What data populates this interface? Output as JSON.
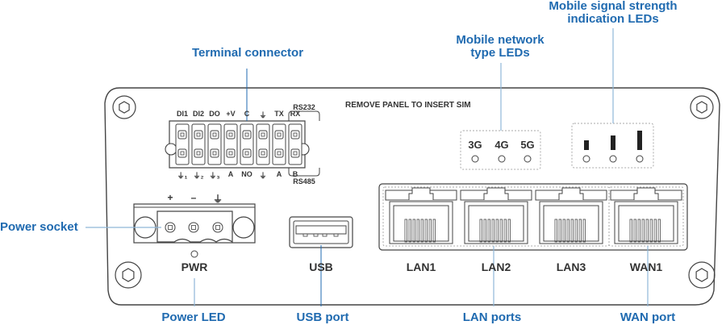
{
  "diagram": {
    "subject": "Router front panel",
    "callouts": {
      "terminal_connector": "Terminal connector",
      "mobile_network_type_leds_line1": "Mobile network",
      "mobile_network_type_leds_line2": "type LEDs",
      "mobile_signal_strength_leds_line1": "Mobile signal strength",
      "mobile_signal_strength_leds_line2": "indication LEDs",
      "power_socket": "Power socket",
      "power_led": "Power LED",
      "usb_port": "USB port",
      "lan_ports": "LAN ports",
      "wan_port": "WAN port"
    },
    "terminal": {
      "top_pins": [
        "DI1",
        "DI2",
        "DO",
        "+V",
        "C",
        "⏚",
        "TX",
        "RX"
      ],
      "bottom_pins": [
        "⏚₁",
        "⏚₂",
        "⏚₃",
        "A",
        "NO",
        "⏚",
        "A",
        "B"
      ],
      "rs232_label": "RS232",
      "rs485_label": "RS485"
    },
    "sim_notice": "REMOVE PANEL TO INSERT SIM",
    "network_type_leds": [
      "3G",
      "4G",
      "5G"
    ],
    "signal_strength_leds": {
      "count": 3,
      "levels": [
        1,
        2,
        3
      ]
    },
    "power": {
      "pins": [
        "+",
        "–",
        "⏚"
      ],
      "label": "PWR"
    },
    "usb": {
      "label": "USB"
    },
    "ethernet_ports": [
      "LAN1",
      "LAN2",
      "LAN3",
      "WAN1"
    ],
    "colors": {
      "callout": "#1f6ab0",
      "leader_line": "#8fb6d8",
      "outline": "#444444",
      "dashed": "#aaaaaa"
    }
  }
}
